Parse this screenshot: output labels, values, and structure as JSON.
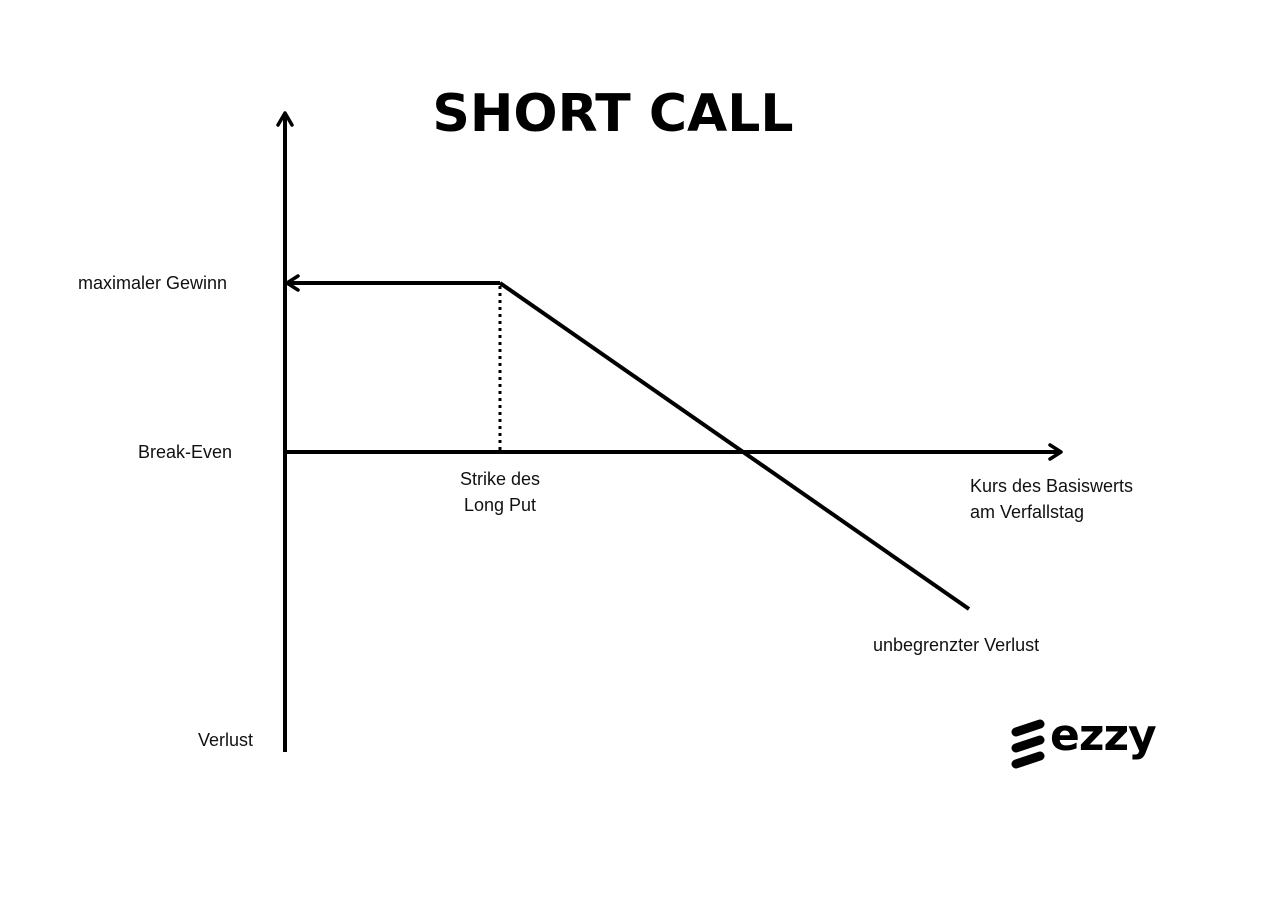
{
  "title": "SHORT CALL",
  "labels": {
    "max_gain": "maximaler Gewinn",
    "break_even": "Break-Even",
    "loss": "Verlust",
    "strike_line1": "Strike des",
    "strike_line2": "Long Put",
    "x_axis_line1": "Kurs des Basiswerts",
    "x_axis_line2": "am Verfallstag",
    "unlimited_loss": "unbegrenzter Verlust"
  },
  "logo": {
    "text": "ezzy",
    "icon": "ezzy-stripes-icon"
  },
  "colors": {
    "ink": "#000000",
    "background": "#ffffff"
  }
}
